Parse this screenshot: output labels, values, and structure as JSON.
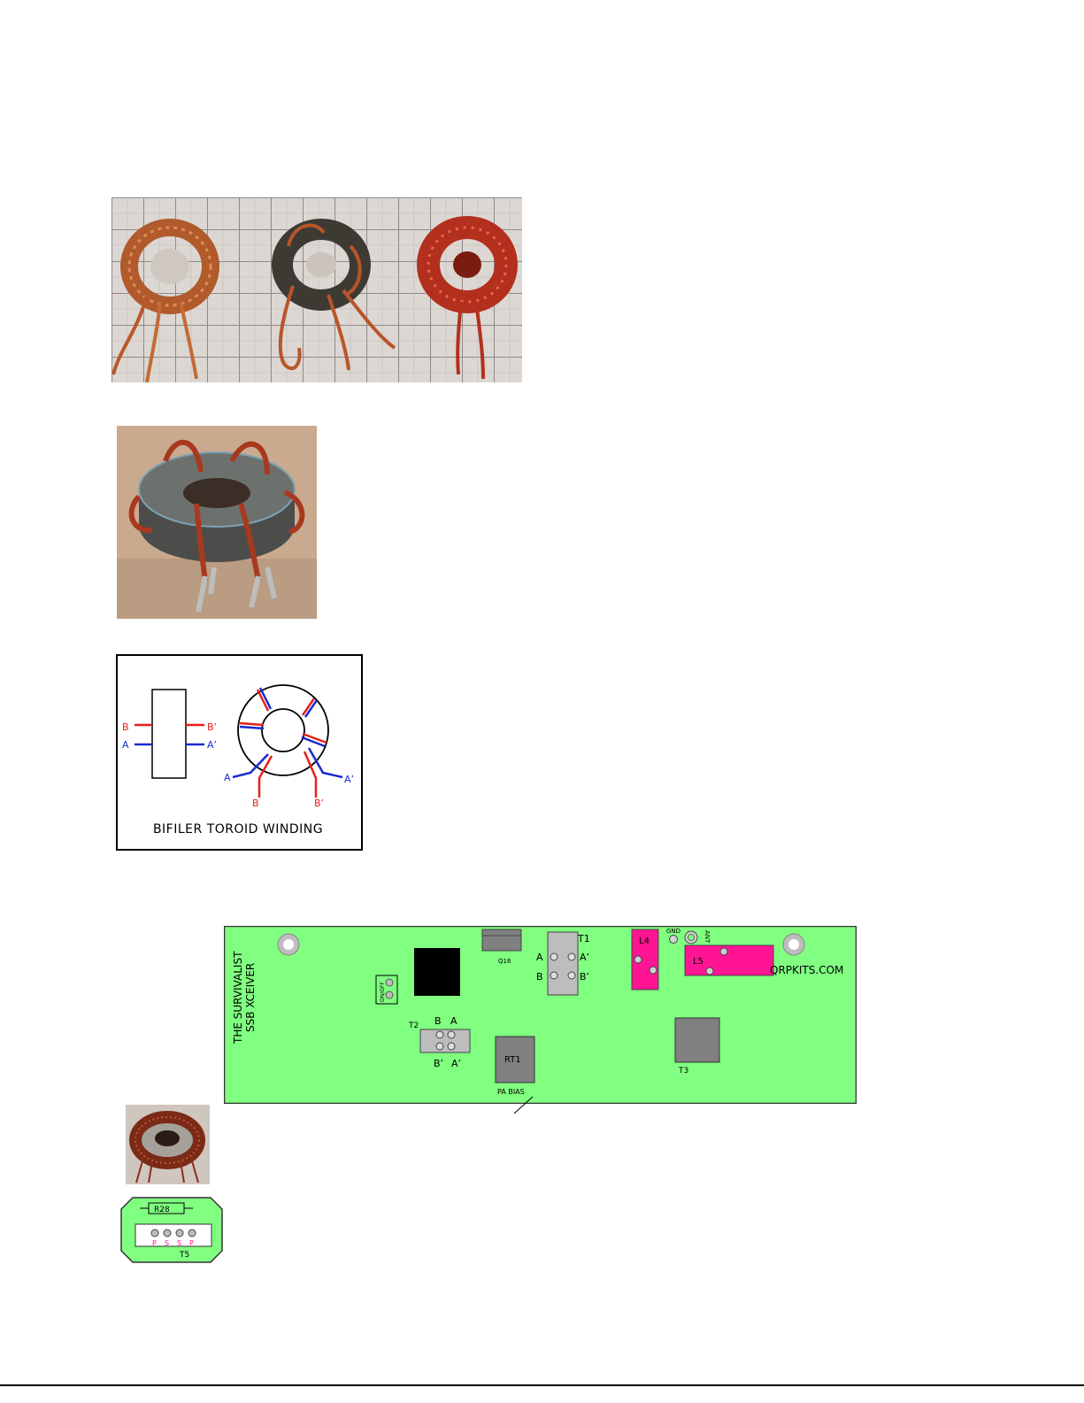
{
  "diagram": {
    "caption": "BIFILER TOROID WINDING",
    "left_labels": {
      "b": "B",
      "a": "A"
    },
    "right_labels": {
      "b": "B’",
      "a": "A’"
    },
    "toroid_labels": {
      "a": "A",
      "b": "B",
      "b_prime": "B’",
      "a_prime": "A’"
    }
  },
  "pcb": {
    "title_line1": "THE SURVIVALIST",
    "title_line2": "SSB XCEIVER",
    "website": "QRPKITS.COM",
    "onoff": "ON/OFF",
    "q16": "Q16",
    "t1": {
      "name": "T1",
      "a": "A",
      "a_prime": "A’",
      "b": "B",
      "b_prime": "B’"
    },
    "t2": {
      "name": "T2",
      "a": "A",
      "b": "B",
      "a_prime": "A’",
      "b_prime": "B’"
    },
    "rt1": "RT1",
    "pa_bias": "PA BIAS",
    "l4": "L4",
    "l5": "L5",
    "gnd": "GND",
    "ant": "ANT",
    "t3": "T3"
  },
  "small_board": {
    "r28": "R28",
    "t5": "T5",
    "pins": [
      "P",
      "S",
      "S",
      "P"
    ]
  },
  "colors": {
    "pcb_green": "#80ff80",
    "pad_magenta": "#ff1493",
    "winding_red": "#e8201a",
    "winding_blue": "#1a2bd0",
    "copper": "#b4461e"
  }
}
